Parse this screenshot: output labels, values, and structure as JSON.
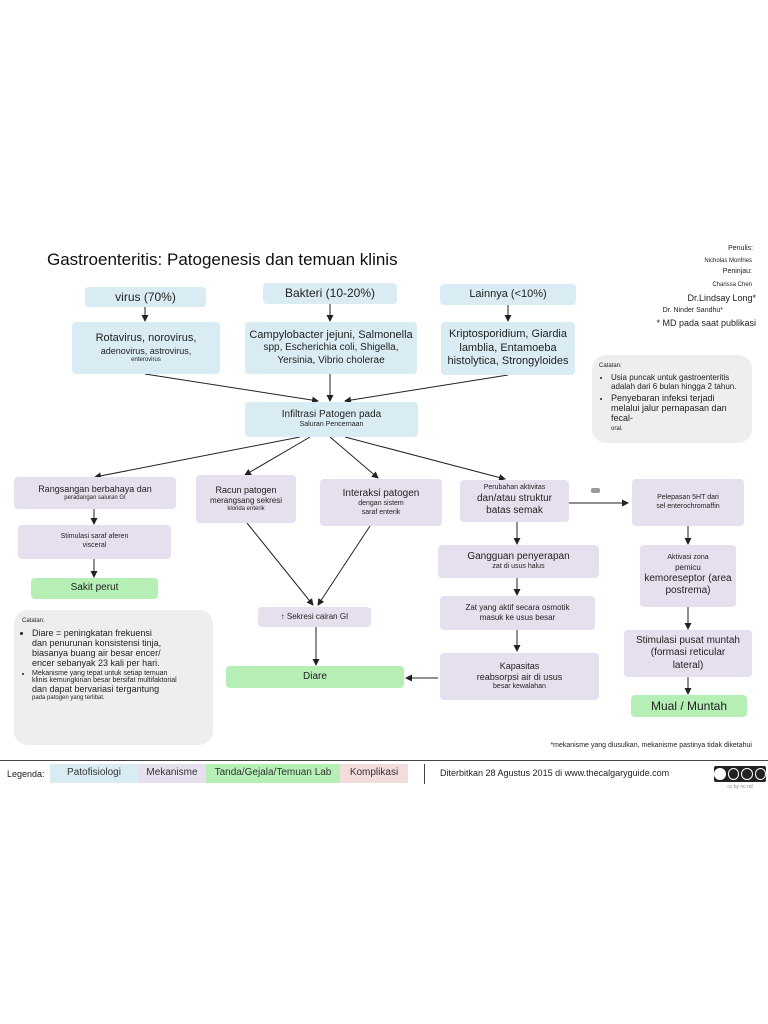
{
  "title": "Gastroenteritis: Patogenesis dan temuan klinis",
  "credits": {
    "author_label": "Penulis:",
    "author": "Nicholas Monfries",
    "reviewer_label": "Peninjau:",
    "reviewer": "Charissa Chen",
    "reviewer2": "Dr.Lindsay Long*",
    "reviewer3": "Dr. Ninder Sandhu*",
    "md_note": "* MD pada saat publikasi"
  },
  "categories": {
    "virus": "virus (70%)",
    "bakteri": "Bakteri (10-20%)",
    "lainnya": "Lainnya (<10%)"
  },
  "virus_examples": {
    "line1": "Rotavirus, norovirus,",
    "line2": "adenovirus, astrovirus,",
    "line3": "enterovirus"
  },
  "bakteri_examples": {
    "line1": "Campylobacter jejuni, Salmonella",
    "line2": "spp, Escherichia coli, Shigella,",
    "line3": "Yersinia, Vibrio cholerae"
  },
  "lainnya_examples": {
    "line1": "Kriptosporidium, Giardia",
    "line2": "lamblia, Entamoeba",
    "line3": "histolytica, Strongyloides"
  },
  "side_note": {
    "label": "Catatan:",
    "item1": "Usia puncak untuk gastroenteritis adalah dari 6 bulan hingga 2 tahun.",
    "item2_a": "Penyebaran infeksi terjadi melalui jalur pernapasan dan fecal-",
    "item2_b": "oral."
  },
  "infiltration": {
    "line1": "Infiltrasi Patogen pada",
    "line2": "Saluran Pencernaan"
  },
  "rangsangan": {
    "line1": "Rangsangan berbahaya dan",
    "line2": "peradangan saluran GI"
  },
  "racun": {
    "line1": "Racun patogen",
    "line2": "merangsang sekresi",
    "line3": "klorida enterik"
  },
  "interaksi": {
    "line1": "Interaksi patogen",
    "line2": "dengan sistem",
    "line3": "saraf enterik"
  },
  "perubahan": {
    "line1": "Perubahan aktivitas",
    "line2": "dan/atau struktur",
    "line3": "batas semak"
  },
  "pelepasan": {
    "line1": "Pelepasan 5HT dari",
    "line2": "sel enterochromaffin"
  },
  "stimulasi_saraf": {
    "line1": "Stimulasi saraf aferen",
    "line2": "visceral"
  },
  "gangguan": {
    "line1": "Gangguan penyerapan",
    "line2": "zat di usus halus"
  },
  "aktivasi": {
    "line1": "Aktivasi zona",
    "line2": "pemicu",
    "line3": "kemoreseptor (area",
    "line4": "postrema)"
  },
  "sakit_perut": "Sakit perut",
  "sekresi": "↑ Sekresi cairan GI",
  "zat_aktif": {
    "line1": "Zat yang aktif secara osmotik",
    "line2": "masuk ke usus besar"
  },
  "stimulasi_pusat": {
    "line1": "Stimulasi pusat muntah",
    "line2": "(formasi reticular",
    "line3": "lateral)"
  },
  "kapasitas": {
    "line1": "Kapasitas",
    "line2": "reabsorpsi air di usus",
    "line3": "besar kewalahan"
  },
  "diare": "Diare",
  "mual": "Mual / Muntah",
  "bottom_note": {
    "label": "Catatan:",
    "item1_a": "Diare = peningkatan frekuensi",
    "item1_b": "dan penurunan konsistensi tinja,",
    "item1_c": "biasanya buang air besar encer/",
    "item1_d": "encer sebanyak 23 kali per hari.",
    "item2_a": "Mekanisme yang tepat untuk setiap temuan",
    "item2_b": "klinis kemungkinan besar bersifat multifaktorial",
    "item2_c": "dan dapat bervariasi tergantung",
    "item2_d": "pada patogen yang terlibat."
  },
  "footnote": "*mekanisme yang diusulkan, mekanisme pastinya tidak diketahui",
  "legend": {
    "label": "Legenda:",
    "patofisiologi": "Patofisiologi",
    "mekanisme": "Mekanisme",
    "tanda": "Tanda/Gejala/Temuan Lab",
    "komplikasi": "Komplikasi"
  },
  "published": "Diterbitkan 28 Agustus 2015 di www.thecalgaryguide.com",
  "license_badge": "cc by nc nd",
  "colors": {
    "blue": "#d9ecf3",
    "purple": "#e6e0ee",
    "green": "#b5efb5",
    "pink": "#f3dcdc",
    "note": "#eeeeee"
  }
}
